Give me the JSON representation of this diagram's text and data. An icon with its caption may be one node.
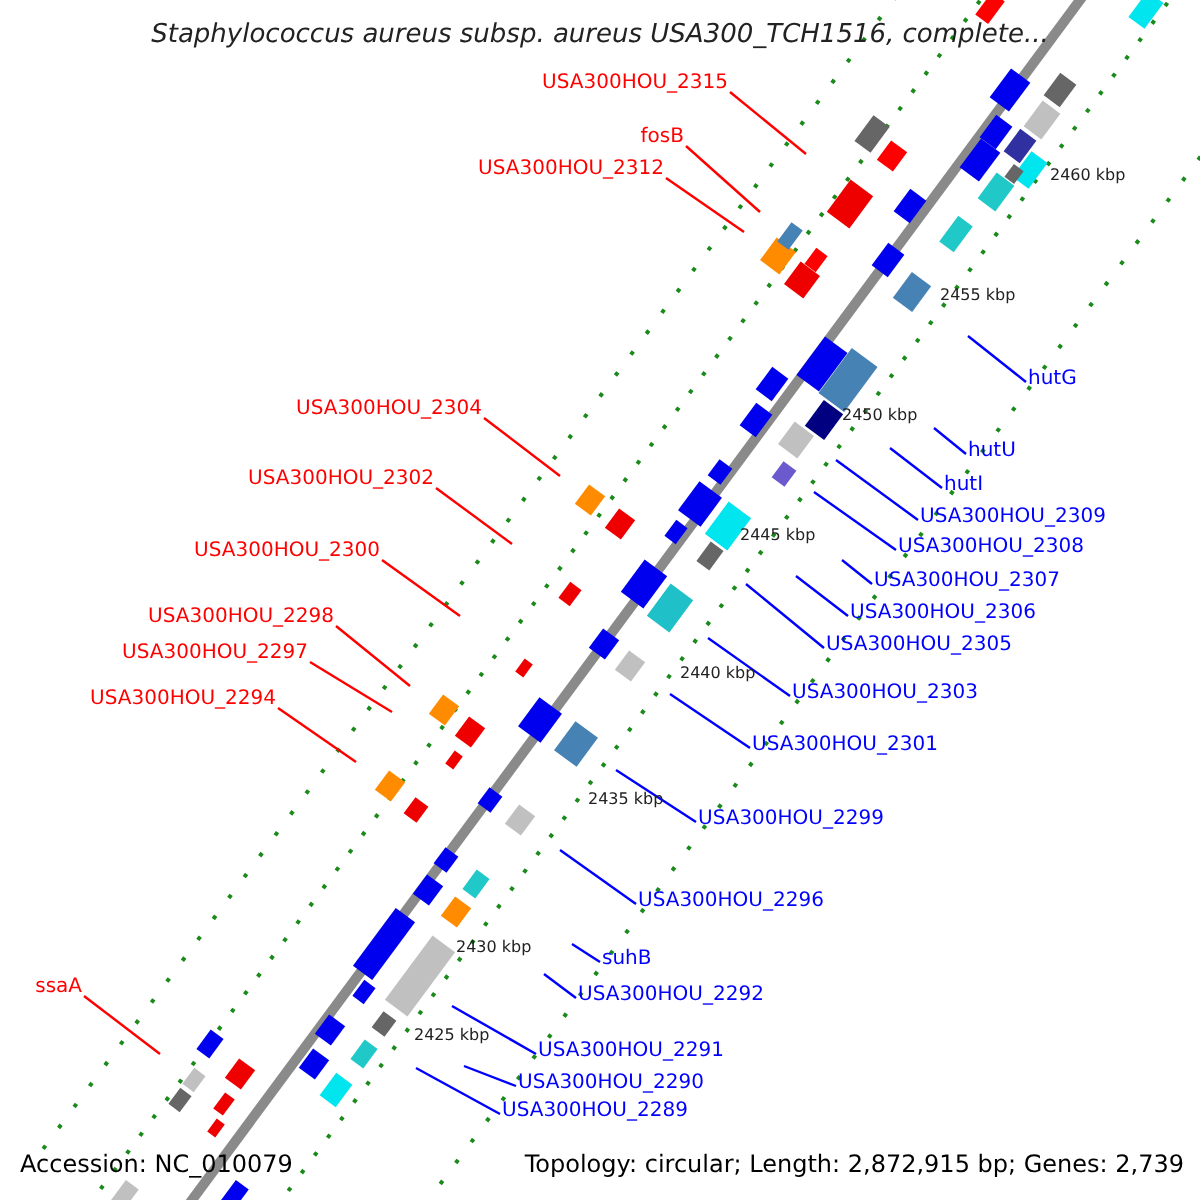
{
  "diagram": {
    "title": "Staphylococcus aureus subsp. aureus USA300_TCH1516, complete...",
    "nodes": [
      {
        "text": [
          "USA300HOU_2315"
        ]
      },
      {
        "text": [
          "fosB"
        ]
      },
      {
        "text": [
          "USA300HOU_2312"
        ]
      },
      {
        "text": [
          "hutG"
        ]
      },
      {
        "text": [
          "USA300HOU_2304"
        ]
      },
      {
        "text": [
          "hutU"
        ]
      },
      {
        "text": [
          "hutI"
        ]
      },
      {
        "text": [
          "USA300HOU_2302"
        ]
      },
      {
        "text": [
          "USA300HOU_2309"
        ]
      },
      {
        "text": [
          "USA300HOU_2308"
        ]
      },
      {
        "text": [
          "USA300HOU_2300"
        ]
      },
      {
        "text": [
          "USA300HOU_2307"
        ]
      },
      {
        "text": [
          "USA300HOU_2306"
        ]
      },
      {
        "text": [
          "USA300HOU_2298"
        ]
      },
      {
        "text": [
          "USA300HOU_2297"
        ]
      },
      {
        "text": [
          "USA300HOU_2305"
        ]
      },
      {
        "text": [
          "USA300HOU_2294"
        ]
      },
      {
        "text": [
          "USA300HOU_2303"
        ]
      },
      {
        "text": [
          "USA300HOU_2301"
        ]
      },
      {
        "text": [
          "USA300HOU_2299"
        ]
      },
      {
        "text": [
          "USA300HOU_2296"
        ]
      },
      {
        "text": [
          "suhB"
        ]
      },
      {
        "text": [
          "USA300HOU_2292"
        ]
      },
      {
        "text": [
          "ssaA"
        ]
      },
      {
        "text": [
          "USA300HOU_2291"
        ]
      },
      {
        "text": [
          "USA300HOU_2290"
        ]
      },
      {
        "text": [
          "USA300HOU_2289"
        ]
      }
    ],
    "edges": [
      {
        "from": 0,
        "to": null,
        "arrow": "none",
        "color": "#ff0000"
      },
      {
        "from": 1,
        "to": null,
        "arrow": "none",
        "color": "#ff0000"
      },
      {
        "from": 2,
        "to": null,
        "arrow": "none",
        "color": "#ff0000"
      },
      {
        "from": 3,
        "to": null,
        "arrow": "none"
      },
      {
        "from": 4,
        "to": null,
        "arrow": "none",
        "color": "#ff0000"
      },
      {
        "from": 5,
        "to": null,
        "arrow": "none"
      },
      {
        "from": 6,
        "to": null,
        "arrow": "none"
      },
      {
        "from": 7,
        "to": null,
        "arrow": "none",
        "color": "#ff0000"
      },
      {
        "from": 8,
        "to": null,
        "arrow": "none"
      },
      {
        "from": 9,
        "to": null,
        "arrow": "none"
      },
      {
        "from": 10,
        "to": null,
        "arrow": "none",
        "color": "#ff0000"
      },
      {
        "from": 11,
        "to": null,
        "arrow": "none"
      },
      {
        "from": 12,
        "to": null,
        "arrow": "none"
      },
      {
        "from": 13,
        "to": null,
        "arrow": "none",
        "color": "#ff0000"
      },
      {
        "from": 14,
        "to": null,
        "arrow": "none",
        "color": "#ff0000"
      },
      {
        "from": 15,
        "to": null,
        "arrow": "none"
      },
      {
        "from": 16,
        "to": null,
        "arrow": "none",
        "color": "#ff0000"
      },
      {
        "from": 17,
        "to": null,
        "arrow": "none"
      },
      {
        "from": 18,
        "to": null,
        "arrow": "none"
      },
      {
        "from": 19,
        "to": null,
        "arrow": "none"
      },
      {
        "from": 20,
        "to": null,
        "arrow": "none"
      },
      {
        "from": 21,
        "to": null,
        "arrow": "none"
      },
      {
        "from": 22,
        "to": null,
        "arrow": "none"
      },
      {
        "from": 23,
        "to": null,
        "arrow": "none",
        "color": "#ff0000"
      },
      {
        "from": 24,
        "to": null,
        "arrow": "none"
      },
      {
        "from": 25,
        "to": null,
        "arrow": "none"
      },
      {
        "from": 26,
        "to": null,
        "arrow": "none"
      }
    ],
    "labels": [
      "2460 kbp",
      "2455 kbp",
      "2450 kbp",
      "2445 kbp",
      "2440 kbp",
      "2435 kbp",
      "2430 kbp",
      "2425 kbp",
      "Accession: NC_010079",
      "Topology: circular; Length: 2,872,915 bp; Genes: 2,739"
    ]
  }
}
